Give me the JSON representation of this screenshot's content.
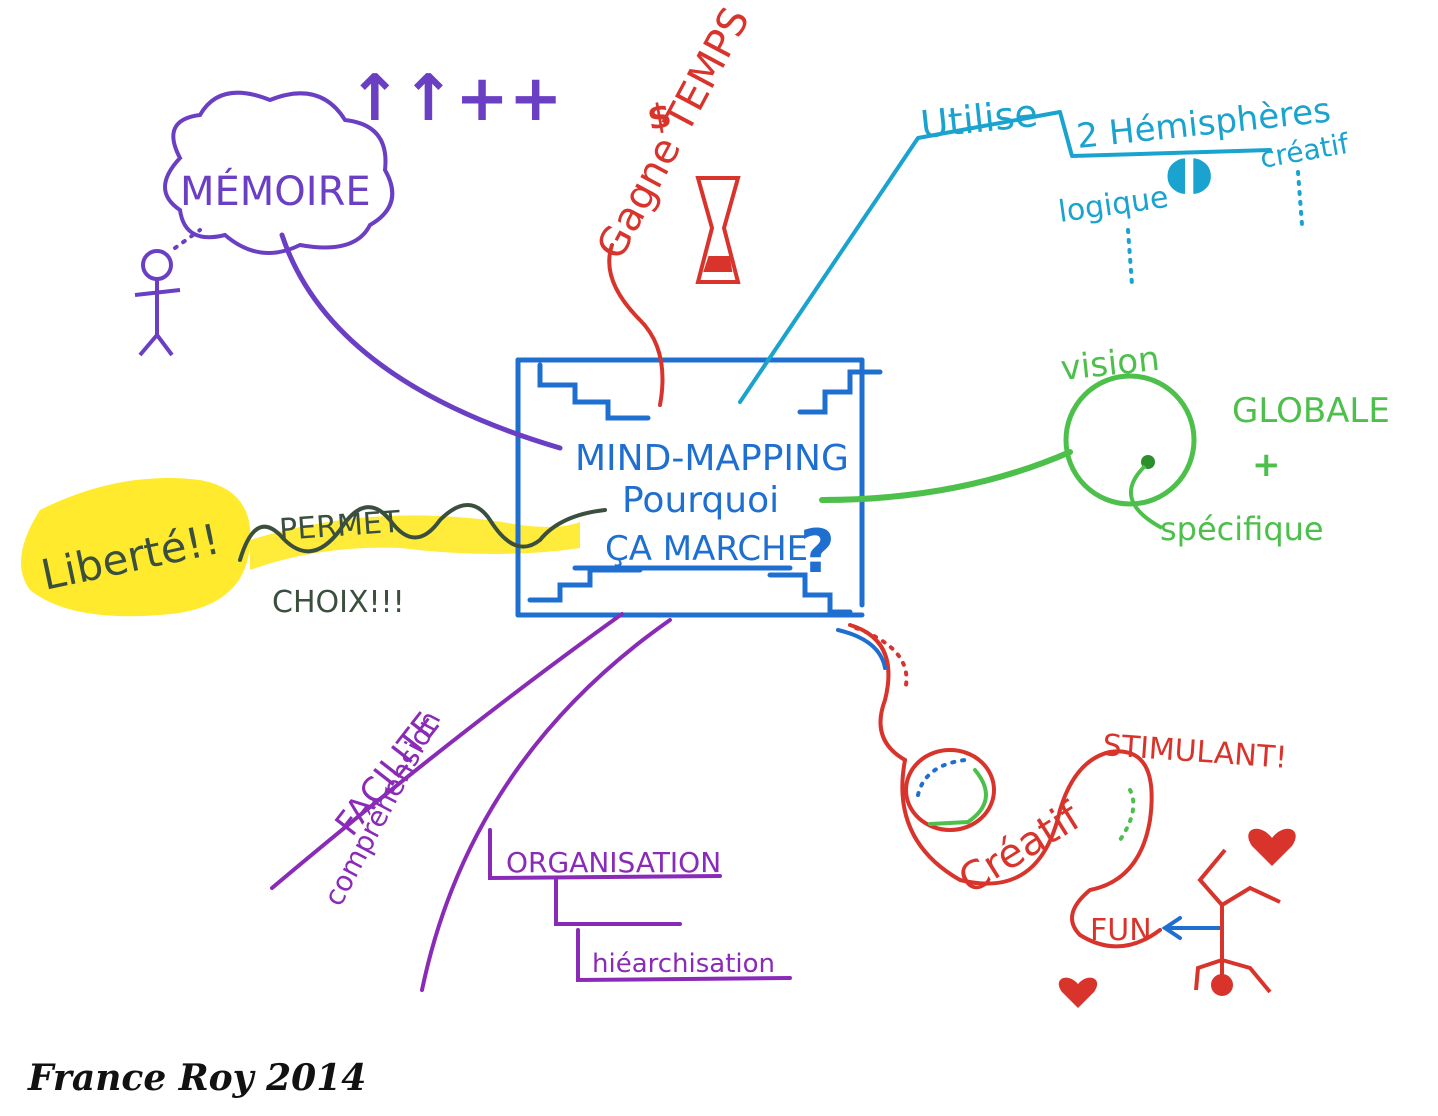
{
  "center": {
    "line1": "MIND-MAPPING",
    "line2": "Pourquoi",
    "line3": "ÇA MARCHE",
    "qmark": "?"
  },
  "memory": {
    "label": "MÉMOIRE",
    "boost": "↑↑++"
  },
  "time": {
    "label": "Gagne TEMPS",
    "currency": "$"
  },
  "hemispheres": {
    "uses": "Utilise",
    "two": "2 Hémisphères",
    "logic": "logique",
    "creative": "créatif",
    "brain": "◖◗"
  },
  "vision": {
    "label": "vision",
    "global": "GLOBALE",
    "plus": "+",
    "specific": "spécifique"
  },
  "freedom": {
    "label": "Liberté!!",
    "allows": "PERMET",
    "choice": "CHOIX!!!"
  },
  "understanding": {
    "facilitates": "FACILITE",
    "comprehension": "compréhension",
    "organization": "ORGANISATION",
    "hierarchy": "hiéarchisation"
  },
  "creative": {
    "label": "Créatif",
    "stimulating": "STIMULANT!",
    "fun": "FUN"
  },
  "signature": "France Roy 2014",
  "colors": {
    "blue": "#1f6fd1",
    "purple": "#6a3fc4",
    "violet": "#8a2bb8",
    "red": "#d8342c",
    "cyan": "#1aa3cf",
    "green": "#4cc04a",
    "yellow": "#ffe923",
    "dark_green": "#3b4f3e",
    "black": "#111111"
  }
}
